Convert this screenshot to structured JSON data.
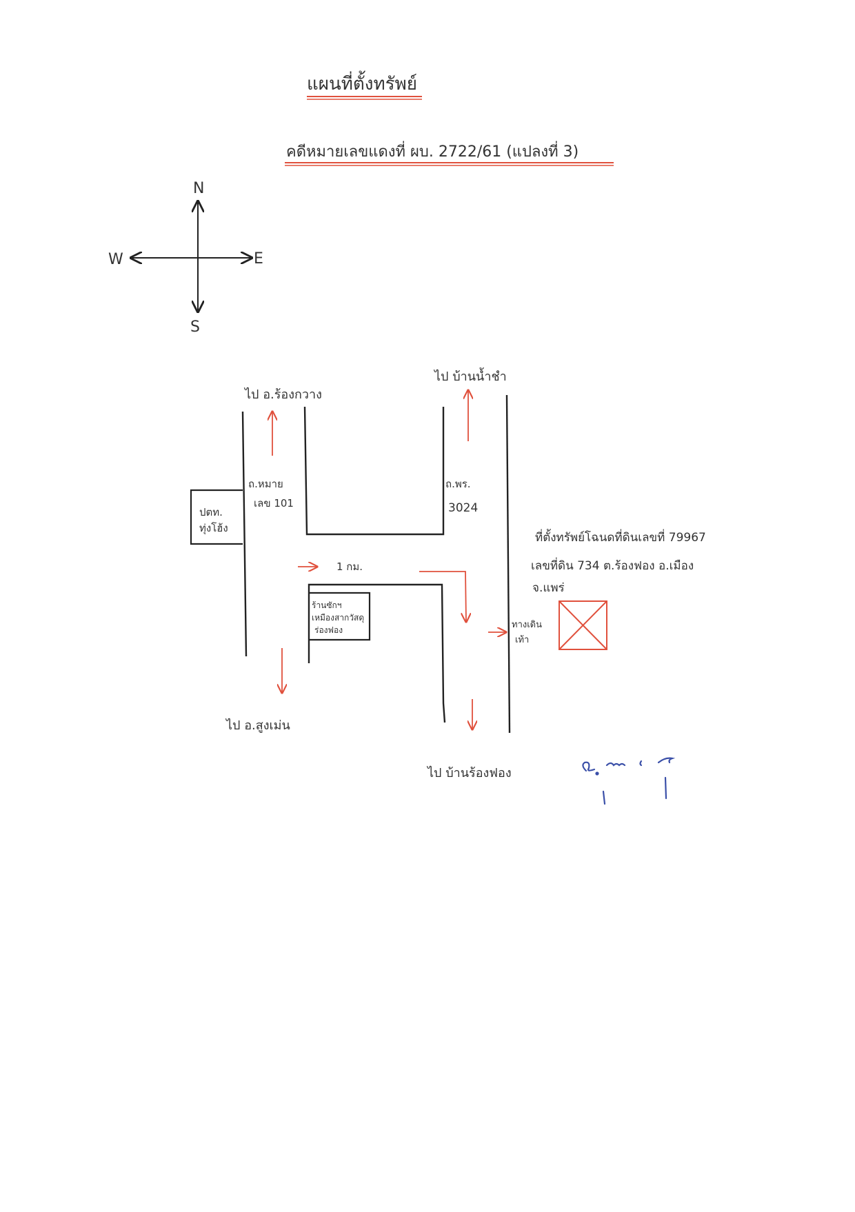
{
  "title": "แผนที่ตั้งทรัพย์",
  "case_line": "คดีหมายเลขแดงที่ ผบ. 2722/61 (แปลงที่ 3)",
  "compass": {
    "north": "N",
    "south": "S",
    "east": "E",
    "west": "W"
  },
  "destinations": {
    "north_west": "ไป อ.ร้องกวาง",
    "north_east": "ไป บ้านน้ำชำ",
    "south_west": "ไป อ.สูงเม่น",
    "south_east": "ไป บ้านร้องฟอง"
  },
  "roads": {
    "highway_line1": "ถ.หมาย",
    "highway_line2": "เลข 101",
    "rural_line1": "ถ.พร.",
    "rural_line2": "3024",
    "distance": "1 กม."
  },
  "landmarks": {
    "station_line1": "ปตท.",
    "station_line2": "ทุ่งโฮ้ง",
    "shop_line1": "ร้านซักฯ",
    "shop_line2": "เหมืองสากวัสดุ",
    "shop_line3": "ร่องฟอง",
    "walkway_line1": "ทางเดิน",
    "walkway_line2": "เท้า"
  },
  "property_note": {
    "line1": "ที่ตั้งทรัพย์โฉนดที่ดินเลขที่ 79967",
    "line2": "เลขที่ดิน 734 ต.ร้องฟอง อ.เมือง",
    "line3": "จ.แพร่"
  },
  "colors": {
    "ink": "#222222",
    "red": "#e0503c",
    "blue": "#3a4fa8"
  }
}
